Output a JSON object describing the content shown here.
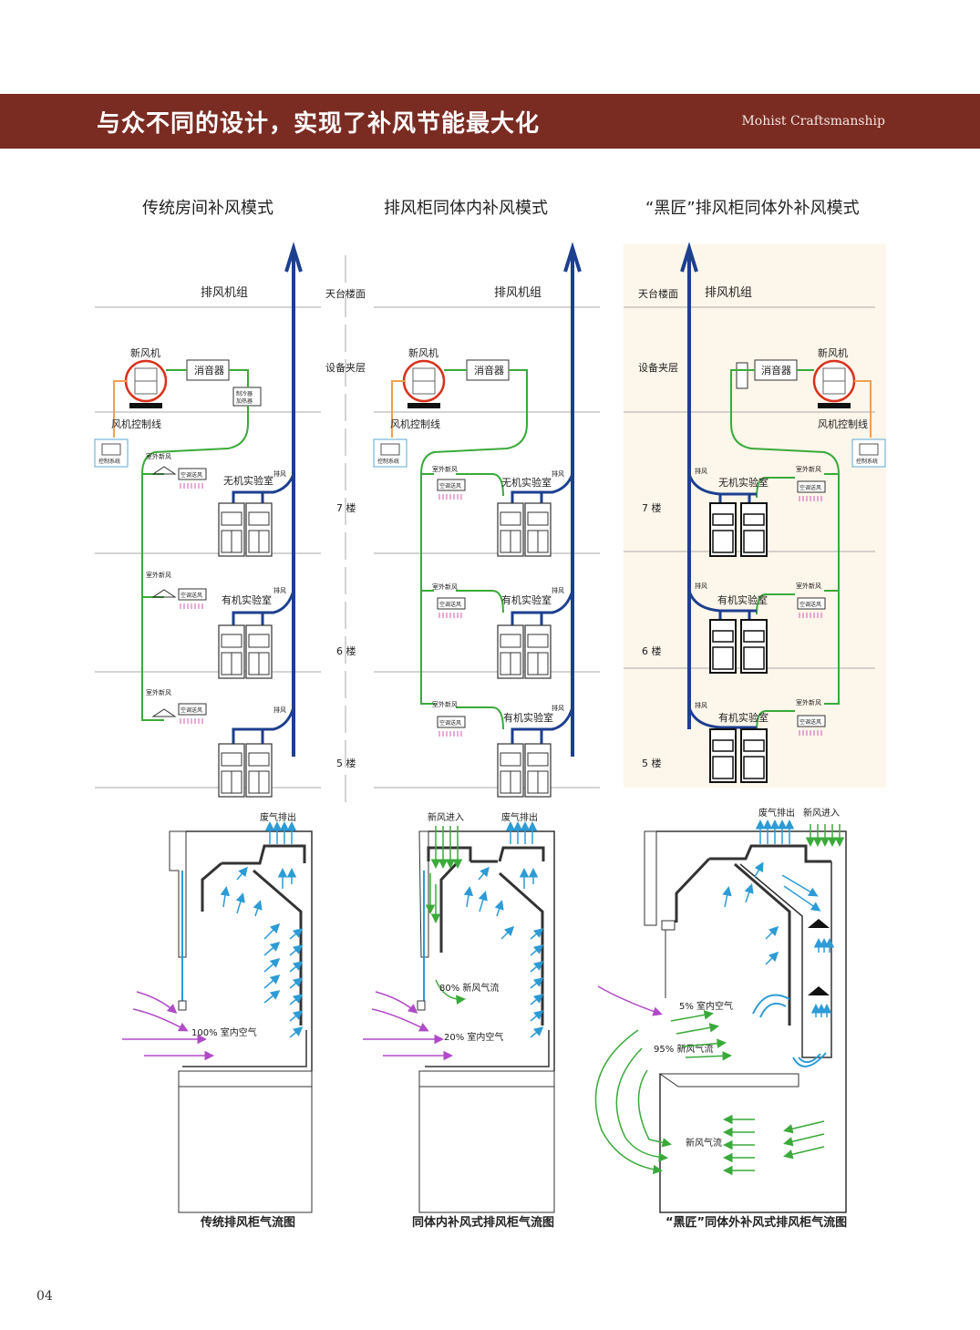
{
  "header": {
    "title": "与众不同的设计，实现了补风节能最大化",
    "brand": "Mohist Craftsmanship"
  },
  "sections": [
    "传统房间补风模式",
    "排风柜同体内补风模式",
    "“黑匠”排风柜同体外补风模式"
  ],
  "floors": {
    "roof": "天台楼面",
    "mezzanine": "设备夹层",
    "f7": "7 楼",
    "f6": "6 楼",
    "f5": "5 楼"
  },
  "labels": {
    "exhaust_unit": "排风机组",
    "fresh_fan": "新风机",
    "silencer": "消音器",
    "cool_heat_1": "制冷器",
    "cool_heat_2": "加热器",
    "fan_ctrl_line": "风机控制线",
    "ctrl_sys": "控制系统",
    "outdoor_air": "室外新风",
    "exhaust": "排风",
    "ac_supply": "空调送风",
    "inorganic_lab": "无机实验室",
    "organic_lab": "有机实验室"
  },
  "flow": {
    "waste_out": "废气排出",
    "fresh_in": "新风进入",
    "indoor_100": "100% 室内空气",
    "fresh_80": "80% 新风气流",
    "indoor_20": "20% 室内空气",
    "indoor_5": "5% 室内空气",
    "fresh_95": "95% 新风气流",
    "fresh_flow": "新风气流"
  },
  "captions": [
    "传统排风柜气流图",
    "同体内补风式排风柜气流图",
    "“黑匠”同体外补风式排风柜气流图"
  ],
  "page_number": "04"
}
